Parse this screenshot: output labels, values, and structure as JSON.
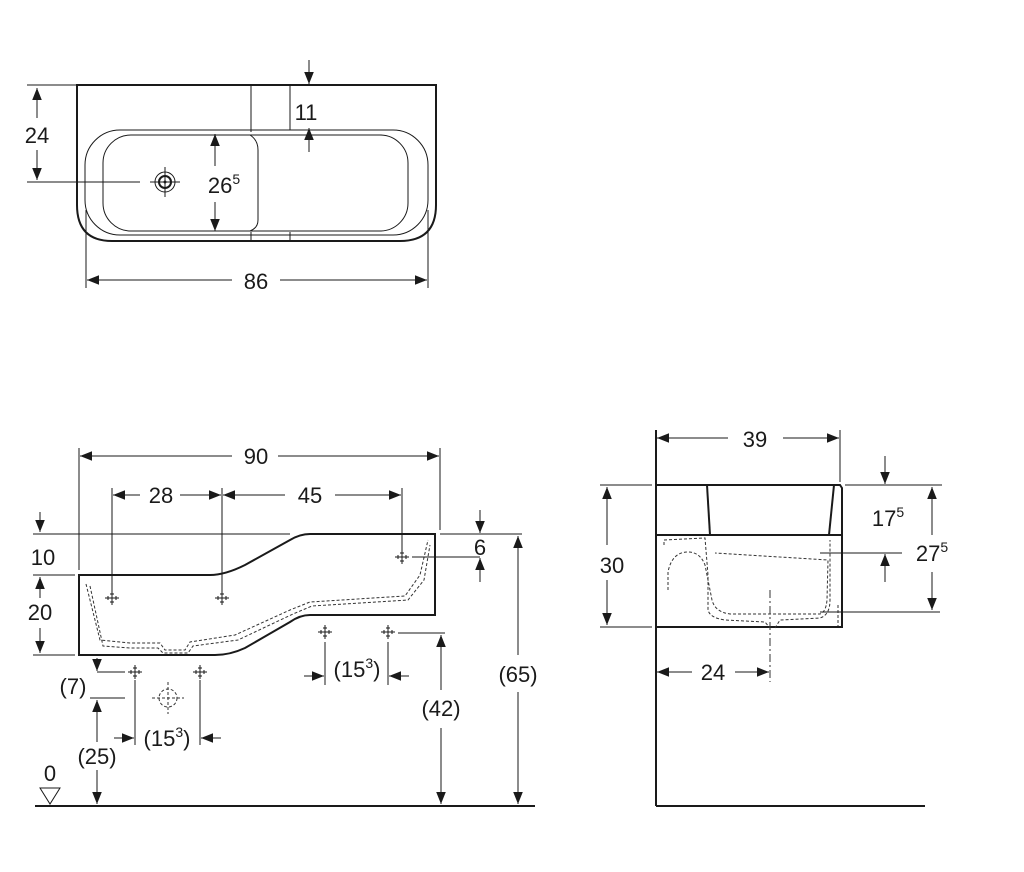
{
  "top_view": {
    "depth_to_tap": "24",
    "rim_to_basin": "11",
    "basin_depth_main": "26",
    "basin_depth_sup": "5",
    "width": "86"
  },
  "front_view": {
    "overall_width": "90",
    "left_spacing": "28",
    "right_spacing": "45",
    "step_height": "10",
    "body_height": "20",
    "top_offset": "6",
    "offset_7": "(7)",
    "height_25": "(25)",
    "spacing_lower_main": "(15",
    "spacing_lower_sup": "3",
    "spacing_lower_close": ")",
    "spacing_upper_main": "(15",
    "spacing_upper_sup": "3",
    "spacing_upper_close": ")",
    "height_42": "(42)",
    "height_65": "(65)",
    "floor_level": "0"
  },
  "side_view": {
    "depth": "39",
    "height": "30",
    "upper_main": "17",
    "upper_sup": "5",
    "lower_main": "27",
    "lower_sup": "5",
    "drain_offset": "24"
  }
}
